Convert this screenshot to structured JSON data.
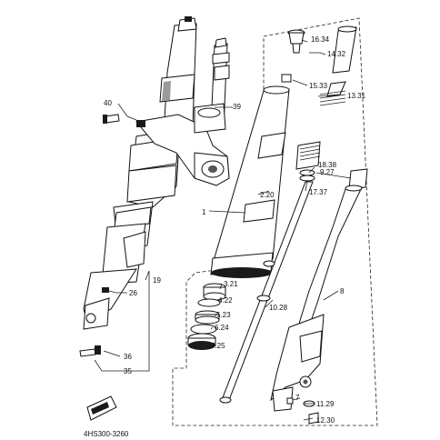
{
  "diagram": {
    "code": "4HS300-3260",
    "labels": {
      "p1": "1",
      "p2_20": "2.20",
      "p3_21": "3.21",
      "p4_22": "4.22",
      "p5_23": "5.23",
      "p6_24": "6.24",
      "p7_25": "7.25",
      "p7b": "7",
      "p8": "8",
      "p9_27": "9.27",
      "p10_28": "10.28",
      "p11_29": "11.29",
      "p12_30": "12.30",
      "p13_31": "13.31",
      "p14_32": "14.32",
      "p15_33": "15.33",
      "p16_34": "16.34",
      "p17_37": "17.37",
      "p18_38": "18.38",
      "p19": "19",
      "p26": "26",
      "p35": "35",
      "p36": "36",
      "p39": "39",
      "p40": "40"
    }
  }
}
